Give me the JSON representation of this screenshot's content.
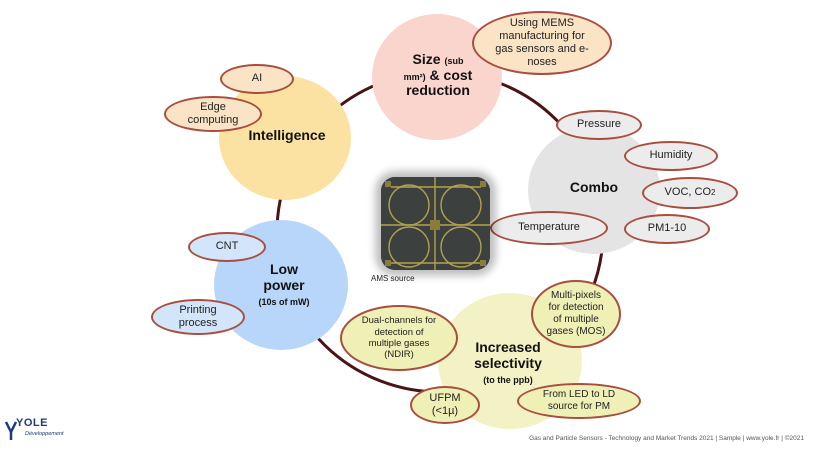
{
  "colors": {
    "size_cost": "#fad5cd",
    "intelligence": "#fbe2a2",
    "combo": "#e4e4e4",
    "low_power": "#b8d6f9",
    "selectivity": "#f2f2c4",
    "oval_border": "#a84e3e",
    "ring": "#4a1414"
  },
  "nodes": {
    "size_cost": {
      "line1": "Size",
      "line1_small": "(sub",
      "line2_small": "mm²)",
      "line2": "& cost",
      "line3": "reduction"
    },
    "intelligence": {
      "title": "Intelligence"
    },
    "combo": {
      "title": "Combo"
    },
    "low_power": {
      "line1": "Low",
      "line2": "power",
      "sub": "(10s of mW)"
    },
    "selectivity": {
      "line1": "Increased",
      "line2": "selectivity",
      "sub": "(to the ppb)"
    }
  },
  "satellites": {
    "mems": "Using MEMS manufacturing for gas sensors and e-noses",
    "ai": "AI",
    "edge": "Edge computing",
    "pressure": "Pressure",
    "humidity": "Humidity",
    "voc": "VOC, CO",
    "voc_sub": "2",
    "temperature": "Temperature",
    "pm": "PM1-10",
    "cnt": "CNT",
    "printing": "Printing process",
    "multipixels": "Multi-pixels for detection of multiple gases (MOS)",
    "dual": "Dual-channels for detection of multiple gases (NDIR)",
    "ufpm": "UFPM",
    "ufpm_sub": "(<1µ)",
    "led": "From LED to LD source for PM"
  },
  "photo_caption": "AMS source",
  "footer": "Gas and Particle Sensors - Technology and Market Trends 2021 | Sample | www.yole.fr | ©2021",
  "logo": {
    "name": "YOLE",
    "sub": "Développement"
  }
}
